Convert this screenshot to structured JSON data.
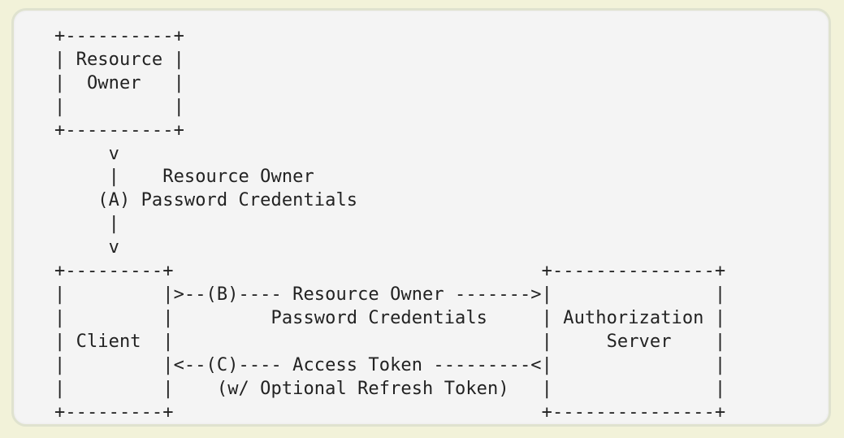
{
  "diagram": {
    "lines": [
      "+----------+",
      "| Resource |",
      "|  Owner   |",
      "|          |",
      "+----------+",
      "     v",
      "     |    Resource Owner",
      "    (A) Password Credentials",
      "     |",
      "     v",
      "+---------+                                  +---------------+",
      "|         |>--(B)---- Resource Owner ------->|               |",
      "|         |         Password Credentials     | Authorization |",
      "| Client  |                                  |     Server    |",
      "|         |<--(C)---- Access Token ---------<|               |",
      "|         |    (w/ Optional Refresh Token)   |               |",
      "+---------+                                  +---------------+"
    ]
  }
}
